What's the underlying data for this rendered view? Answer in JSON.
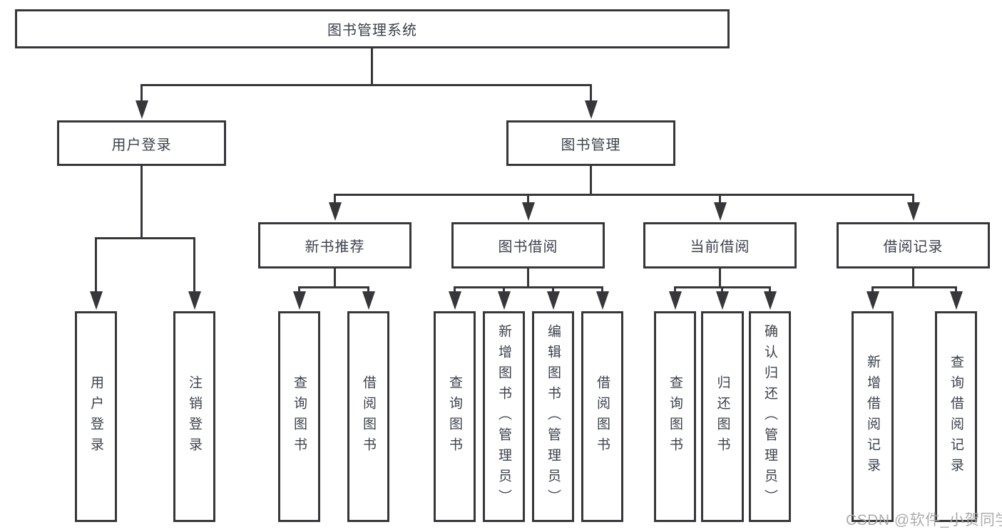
{
  "diagram": {
    "root": {
      "label": "图书管理系统"
    },
    "branches": [
      {
        "label": "用户登录"
      },
      {
        "label": "图书管理"
      }
    ],
    "modules": [
      {
        "label": "新书推荐"
      },
      {
        "label": "图书借阅"
      },
      {
        "label": "当前借阅"
      },
      {
        "label": "借阅记录"
      }
    ],
    "leaves": [
      {
        "label": "用户登录"
      },
      {
        "label": "注销登录"
      },
      {
        "label": "查询图书"
      },
      {
        "label": "借阅图书"
      },
      {
        "label": "查询图书"
      },
      {
        "label": "新增图书（管理员）"
      },
      {
        "label": "编辑图书（管理员）"
      },
      {
        "label": "借阅图书"
      },
      {
        "label": "查询图书"
      },
      {
        "label": "归还图书"
      },
      {
        "label": "确认归还（管理员）"
      },
      {
        "label": "新增借阅记录"
      },
      {
        "label": "查询借阅记录"
      }
    ],
    "watermark": "CSDN @软件_小贺同学",
    "colors": {
      "line": "#37373b",
      "text": "#3c414b",
      "box_bg": "#ffffff",
      "watermark": "#a8a8a8"
    }
  }
}
